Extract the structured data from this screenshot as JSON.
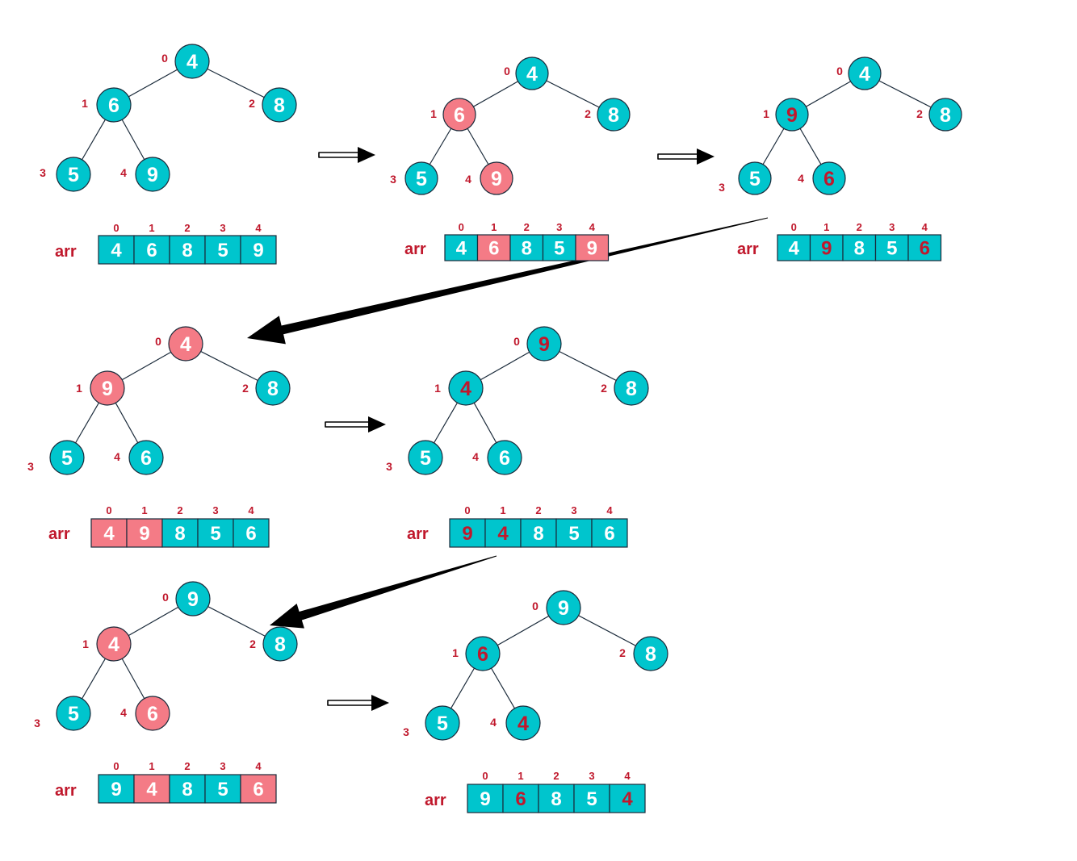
{
  "colors": {
    "teal": "#00c5cd",
    "pink": "#f47b86",
    "stroke": "#1a2a3a",
    "white_text": "#ffffff",
    "red_text": "#c0182c"
  },
  "arr_label": "arr",
  "steps": [
    {
      "id": "step-1",
      "nodes": [
        {
          "value": "4",
          "index": "0",
          "fill": "teal",
          "text": "white"
        },
        {
          "value": "6",
          "index": "1",
          "fill": "teal",
          "text": "white"
        },
        {
          "value": "8",
          "index": "2",
          "fill": "teal",
          "text": "white"
        },
        {
          "value": "5",
          "index": "3",
          "fill": "teal",
          "text": "white"
        },
        {
          "value": "9",
          "index": "4",
          "fill": "teal",
          "text": "white"
        }
      ],
      "array": [
        {
          "value": "4",
          "index": "0",
          "fill": "teal",
          "text": "white"
        },
        {
          "value": "6",
          "index": "1",
          "fill": "teal",
          "text": "white"
        },
        {
          "value": "8",
          "index": "2",
          "fill": "teal",
          "text": "white"
        },
        {
          "value": "5",
          "index": "3",
          "fill": "teal",
          "text": "white"
        },
        {
          "value": "9",
          "index": "4",
          "fill": "teal",
          "text": "white"
        }
      ]
    },
    {
      "id": "step-2",
      "nodes": [
        {
          "value": "4",
          "index": "0",
          "fill": "teal",
          "text": "white"
        },
        {
          "value": "6",
          "index": "1",
          "fill": "pink",
          "text": "white"
        },
        {
          "value": "8",
          "index": "2",
          "fill": "teal",
          "text": "white"
        },
        {
          "value": "5",
          "index": "3",
          "fill": "teal",
          "text": "white"
        },
        {
          "value": "9",
          "index": "4",
          "fill": "pink",
          "text": "white"
        }
      ],
      "array": [
        {
          "value": "4",
          "index": "0",
          "fill": "teal",
          "text": "white"
        },
        {
          "value": "6",
          "index": "1",
          "fill": "pink",
          "text": "white"
        },
        {
          "value": "8",
          "index": "2",
          "fill": "teal",
          "text": "white"
        },
        {
          "value": "5",
          "index": "3",
          "fill": "teal",
          "text": "white"
        },
        {
          "value": "9",
          "index": "4",
          "fill": "pink",
          "text": "white"
        }
      ]
    },
    {
      "id": "step-3",
      "nodes": [
        {
          "value": "4",
          "index": "0",
          "fill": "teal",
          "text": "white"
        },
        {
          "value": "9",
          "index": "1",
          "fill": "teal",
          "text": "red"
        },
        {
          "value": "8",
          "index": "2",
          "fill": "teal",
          "text": "white"
        },
        {
          "value": "5",
          "index": "3",
          "fill": "teal",
          "text": "white"
        },
        {
          "value": "6",
          "index": "4",
          "fill": "teal",
          "text": "red"
        }
      ],
      "array": [
        {
          "value": "4",
          "index": "0",
          "fill": "teal",
          "text": "white"
        },
        {
          "value": "9",
          "index": "1",
          "fill": "teal",
          "text": "red"
        },
        {
          "value": "8",
          "index": "2",
          "fill": "teal",
          "text": "white"
        },
        {
          "value": "5",
          "index": "3",
          "fill": "teal",
          "text": "white"
        },
        {
          "value": "6",
          "index": "4",
          "fill": "teal",
          "text": "red"
        }
      ]
    },
    {
      "id": "step-4",
      "nodes": [
        {
          "value": "4",
          "index": "0",
          "fill": "pink",
          "text": "white"
        },
        {
          "value": "9",
          "index": "1",
          "fill": "pink",
          "text": "white"
        },
        {
          "value": "8",
          "index": "2",
          "fill": "teal",
          "text": "white"
        },
        {
          "value": "5",
          "index": "3",
          "fill": "teal",
          "text": "white"
        },
        {
          "value": "6",
          "index": "4",
          "fill": "teal",
          "text": "white"
        }
      ],
      "array": [
        {
          "value": "4",
          "index": "0",
          "fill": "pink",
          "text": "white"
        },
        {
          "value": "9",
          "index": "1",
          "fill": "pink",
          "text": "white"
        },
        {
          "value": "8",
          "index": "2",
          "fill": "teal",
          "text": "white"
        },
        {
          "value": "5",
          "index": "3",
          "fill": "teal",
          "text": "white"
        },
        {
          "value": "6",
          "index": "4",
          "fill": "teal",
          "text": "white"
        }
      ]
    },
    {
      "id": "step-5",
      "nodes": [
        {
          "value": "9",
          "index": "0",
          "fill": "teal",
          "text": "red"
        },
        {
          "value": "4",
          "index": "1",
          "fill": "teal",
          "text": "red"
        },
        {
          "value": "8",
          "index": "2",
          "fill": "teal",
          "text": "white"
        },
        {
          "value": "5",
          "index": "3",
          "fill": "teal",
          "text": "white"
        },
        {
          "value": "6",
          "index": "4",
          "fill": "teal",
          "text": "white"
        }
      ],
      "array": [
        {
          "value": "9",
          "index": "0",
          "fill": "teal",
          "text": "red"
        },
        {
          "value": "4",
          "index": "1",
          "fill": "teal",
          "text": "red"
        },
        {
          "value": "8",
          "index": "2",
          "fill": "teal",
          "text": "white"
        },
        {
          "value": "5",
          "index": "3",
          "fill": "teal",
          "text": "white"
        },
        {
          "value": "6",
          "index": "4",
          "fill": "teal",
          "text": "white"
        }
      ]
    },
    {
      "id": "step-6",
      "nodes": [
        {
          "value": "9",
          "index": "0",
          "fill": "teal",
          "text": "white"
        },
        {
          "value": "4",
          "index": "1",
          "fill": "pink",
          "text": "white"
        },
        {
          "value": "8",
          "index": "2",
          "fill": "teal",
          "text": "white"
        },
        {
          "value": "5",
          "index": "3",
          "fill": "teal",
          "text": "white"
        },
        {
          "value": "6",
          "index": "4",
          "fill": "pink",
          "text": "white"
        }
      ],
      "array": [
        {
          "value": "9",
          "index": "0",
          "fill": "teal",
          "text": "white"
        },
        {
          "value": "4",
          "index": "1",
          "fill": "pink",
          "text": "white"
        },
        {
          "value": "8",
          "index": "2",
          "fill": "teal",
          "text": "white"
        },
        {
          "value": "5",
          "index": "3",
          "fill": "teal",
          "text": "white"
        },
        {
          "value": "6",
          "index": "4",
          "fill": "pink",
          "text": "white"
        }
      ]
    },
    {
      "id": "step-7",
      "nodes": [
        {
          "value": "9",
          "index": "0",
          "fill": "teal",
          "text": "white"
        },
        {
          "value": "6",
          "index": "1",
          "fill": "teal",
          "text": "red"
        },
        {
          "value": "8",
          "index": "2",
          "fill": "teal",
          "text": "white"
        },
        {
          "value": "5",
          "index": "3",
          "fill": "teal",
          "text": "white"
        },
        {
          "value": "4",
          "index": "4",
          "fill": "teal",
          "text": "red"
        }
      ],
      "array": [
        {
          "value": "9",
          "index": "0",
          "fill": "teal",
          "text": "white"
        },
        {
          "value": "6",
          "index": "1",
          "fill": "teal",
          "text": "red"
        },
        {
          "value": "8",
          "index": "2",
          "fill": "teal",
          "text": "white"
        },
        {
          "value": "5",
          "index": "3",
          "fill": "teal",
          "text": "white"
        },
        {
          "value": "4",
          "index": "4",
          "fill": "teal",
          "text": "red"
        }
      ]
    }
  ]
}
